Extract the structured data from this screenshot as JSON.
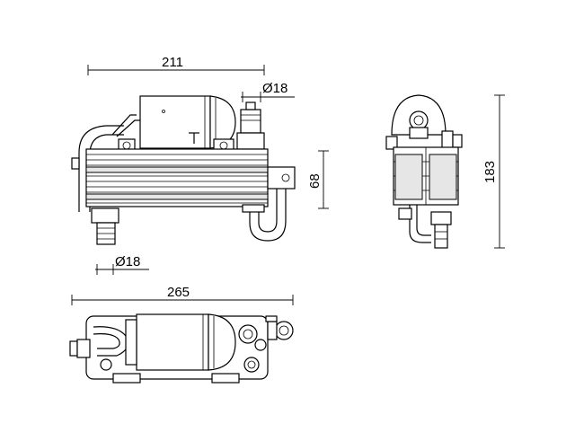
{
  "dimensions": {
    "top_length": "211",
    "upper_diameter": "Ø18",
    "height_center": "68",
    "lower_diameter": "Ø18",
    "overall_length": "265",
    "overall_height": "183"
  }
}
